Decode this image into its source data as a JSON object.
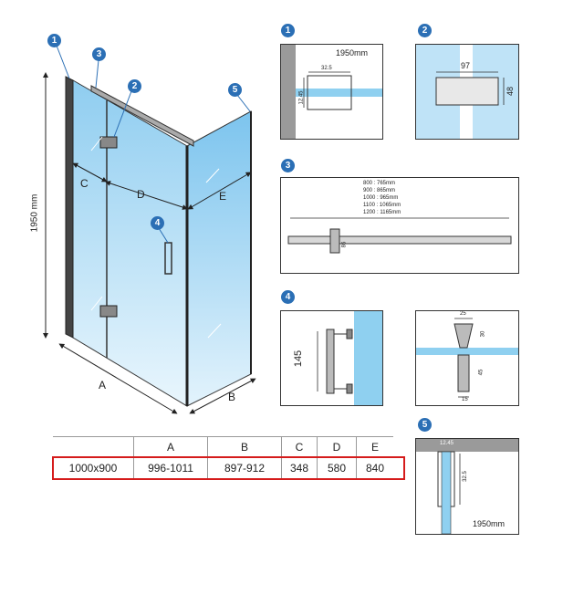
{
  "main_drawing": {
    "height_label": "1950 mm",
    "dim_labels": {
      "a": "A",
      "b": "B",
      "c": "C",
      "d": "D",
      "e": "E"
    },
    "callouts": [
      "1",
      "3",
      "2",
      "5",
      "4"
    ]
  },
  "detail1": {
    "badge": "1",
    "height_text": "1950mm",
    "dim_h": "32.5",
    "dim_v": "12.45"
  },
  "detail2": {
    "badge": "2",
    "dim_w": "97",
    "dim_h": "48"
  },
  "detail3": {
    "badge": "3",
    "sizes": [
      "800 : 765mm",
      "900 : 865mm",
      "1000 : 965mm",
      "1100 : 1065mm",
      "1200 : 1165mm"
    ],
    "dim_v": "86"
  },
  "detail4": {
    "badge": "4",
    "dim_len": "145",
    "dim_top": "25",
    "dim_r1": "30",
    "dim_r2": "45",
    "dim_bottom": "15"
  },
  "detail5": {
    "badge": "5",
    "dim_h": "12.45",
    "dim_v": "32.5",
    "height_text": "1950mm"
  },
  "spec_table": {
    "headers": [
      "",
      "A",
      "B",
      "C",
      "D",
      "E"
    ],
    "row": [
      "1000x900",
      "996-1011",
      "897-912",
      "348",
      "580",
      "840"
    ]
  },
  "colors": {
    "accent": "#2b6fb5",
    "glass": "#bfe3f7",
    "highlight": "#d51b1b"
  }
}
